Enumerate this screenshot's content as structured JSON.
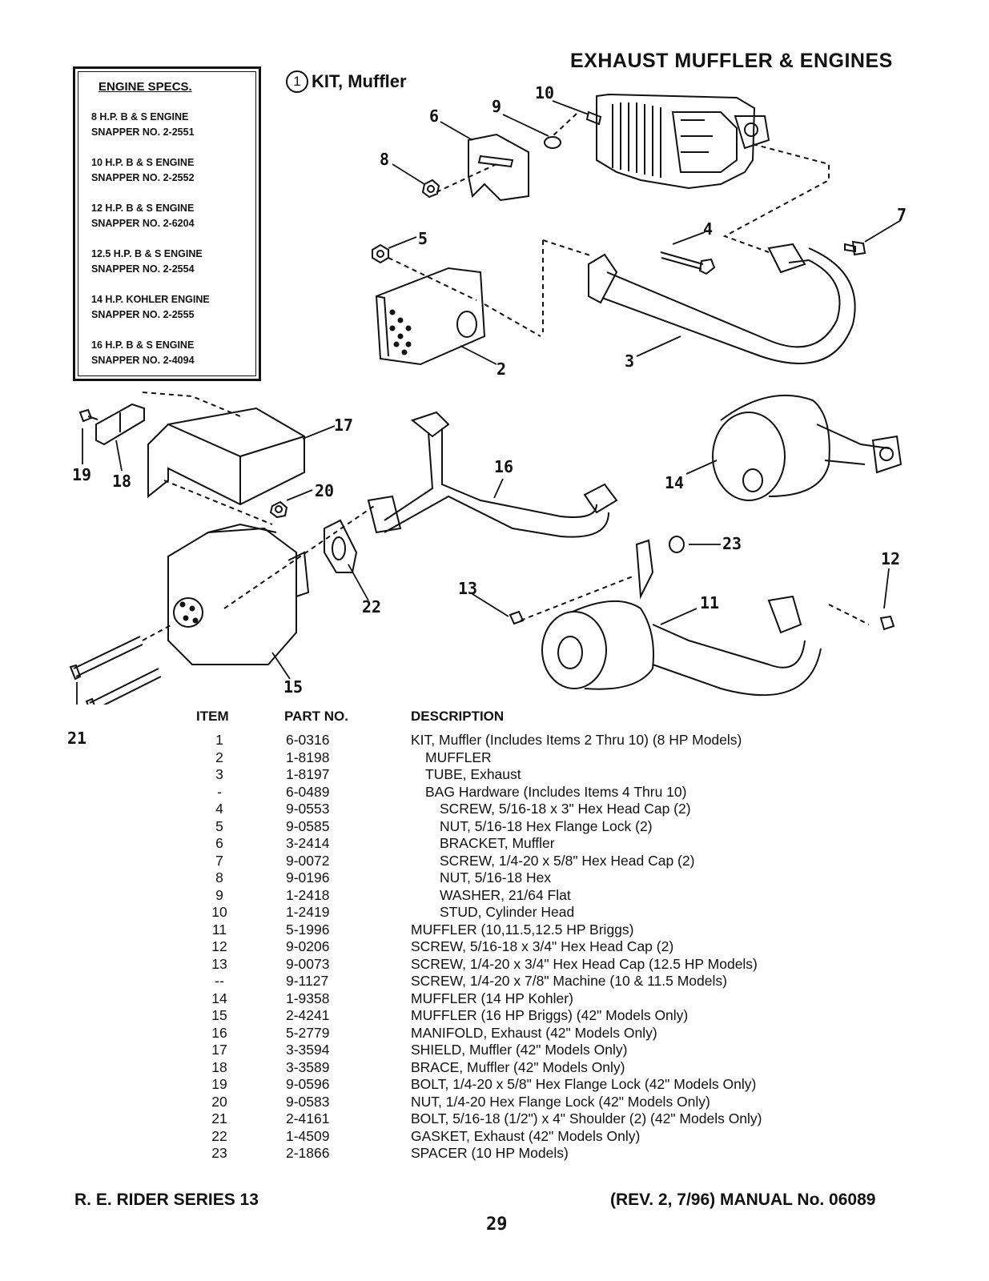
{
  "page": {
    "title": "EXHAUST MUFFLER & ENGINES",
    "kit_number": "1",
    "kit_label": "KIT, Muffler",
    "footer_left": "R. E. RIDER SERIES 13",
    "footer_right": "(REV. 2, 7/96) MANUAL No. 06089",
    "page_number": "29"
  },
  "engine_specs": {
    "heading": "ENGINE SPECS.",
    "items": [
      {
        "engine": "8 H.P. B & S ENGINE",
        "snapper": "SNAPPER NO. 2-2551"
      },
      {
        "engine": "10 H.P. B & S ENGINE",
        "snapper": "SNAPPER NO. 2-2552"
      },
      {
        "engine": "12 H.P. B & S ENGINE",
        "snapper": "SNAPPER NO. 2-6204"
      },
      {
        "engine": "12.5 H.P. B & S ENGINE",
        "snapper": "SNAPPER NO. 2-2554"
      },
      {
        "engine": "14 H.P. KOHLER ENGINE",
        "snapper": "SNAPPER NO. 2-2555"
      },
      {
        "engine": "16 H.P. B & S ENGINE",
        "snapper": "SNAPPER NO. 2-4094"
      }
    ]
  },
  "callouts": {
    "c2": "2",
    "c3": "3",
    "c4": "4",
    "c5": "5",
    "c6": "6",
    "c7": "7",
    "c8": "8",
    "c9": "9",
    "c10": "10",
    "c11": "11",
    "c12": "12",
    "c13": "13",
    "c14": "14",
    "c15": "15",
    "c16": "16",
    "c17": "17",
    "c18": "18",
    "c19": "19",
    "c20": "20",
    "c21": "21",
    "c22": "22",
    "c23": "23"
  },
  "parts_list": {
    "headers": {
      "item": "ITEM",
      "part_no": "PART NO.",
      "description": "DESCRIPTION"
    },
    "rows": [
      {
        "item": "1",
        "part": "6-0316",
        "desc": "KIT, Muffler (Includes Items 2 Thru 10) (8 HP Models)",
        "indent": 0
      },
      {
        "item": "2",
        "part": "1-8198",
        "desc": "MUFFLER",
        "indent": 1
      },
      {
        "item": "3",
        "part": "1-8197",
        "desc": "TUBE, Exhaust",
        "indent": 1
      },
      {
        "item": "-",
        "part": "6-0489",
        "desc": "BAG Hardware (Includes Items 4 Thru 10)",
        "indent": 1
      },
      {
        "item": "4",
        "part": "9-0553",
        "desc": "SCREW, 5/16-18 x 3\" Hex Head Cap (2)",
        "indent": 2
      },
      {
        "item": "5",
        "part": "9-0585",
        "desc": "NUT, 5/16-18 Hex Flange Lock (2)",
        "indent": 2
      },
      {
        "item": "6",
        "part": "3-2414",
        "desc": "BRACKET, Muffler",
        "indent": 2
      },
      {
        "item": "7",
        "part": "9-0072",
        "desc": "SCREW, 1/4-20 x 5/8\" Hex Head Cap (2)",
        "indent": 2
      },
      {
        "item": "8",
        "part": "9-0196",
        "desc": "NUT, 5/16-18 Hex",
        "indent": 2
      },
      {
        "item": "9",
        "part": "1-2418",
        "desc": "WASHER, 21/64 Flat",
        "indent": 2
      },
      {
        "item": "10",
        "part": "1-2419",
        "desc": "STUD, Cylinder Head",
        "indent": 2
      },
      {
        "item": "11",
        "part": "5-1996",
        "desc": "MUFFLER (10,11.5,12.5 HP Briggs)",
        "indent": 0
      },
      {
        "item": "12",
        "part": "9-0206",
        "desc": "SCREW, 5/16-18 x 3/4\" Hex Head Cap (2)",
        "indent": 0
      },
      {
        "item": "13",
        "part": "9-0073",
        "desc": "SCREW, 1/4-20 x 3/4\" Hex Head Cap (12.5 HP Models)",
        "indent": 0
      },
      {
        "item": "--",
        "part": "9-1127",
        "desc": "SCREW, 1/4-20 x 7/8\" Machine (10 & 11.5 Models)",
        "indent": 0
      },
      {
        "item": "14",
        "part": "1-9358",
        "desc": "MUFFLER (14 HP Kohler)",
        "indent": 0
      },
      {
        "item": "15",
        "part": "2-4241",
        "desc": "MUFFLER (16 HP Briggs) (42\" Models Only)",
        "indent": 0
      },
      {
        "item": "16",
        "part": "5-2779",
        "desc": "MANIFOLD, Exhaust (42\" Models Only)",
        "indent": 0
      },
      {
        "item": "17",
        "part": "3-3594",
        "desc": "SHIELD, Muffler (42\" Models Only)",
        "indent": 0
      },
      {
        "item": "18",
        "part": "3-3589",
        "desc": "BRACE, Muffler (42\" Models Only)",
        "indent": 0
      },
      {
        "item": "19",
        "part": "9-0596",
        "desc": "BOLT, 1/4-20 x 5/8\" Hex Flange Lock (42\" Models Only)",
        "indent": 0
      },
      {
        "item": "20",
        "part": "9-0583",
        "desc": "NUT, 1/4-20 Hex Flange Lock (42\" Models Only)",
        "indent": 0
      },
      {
        "item": "21",
        "part": "2-4161",
        "desc": "BOLT, 5/16-18 (1/2\") x 4\" Shoulder (2) (42\" Models Only)",
        "indent": 0
      },
      {
        "item": "22",
        "part": "1-4509",
        "desc": "GASKET, Exhaust (42\" Models Only)",
        "indent": 0
      },
      {
        "item": "23",
        "part": "2-1866",
        "desc": "SPACER (10 HP Models)",
        "indent": 0
      }
    ]
  }
}
